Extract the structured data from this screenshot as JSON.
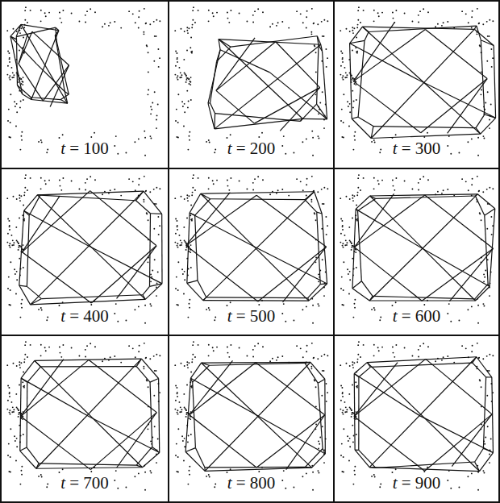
{
  "diagram": {
    "labels": [
      "t = 100",
      "t = 200",
      "t = 300",
      "t = 400",
      "t = 500",
      "t = 600",
      "t = 700",
      "t = 800",
      "t = 900"
    ]
  }
}
